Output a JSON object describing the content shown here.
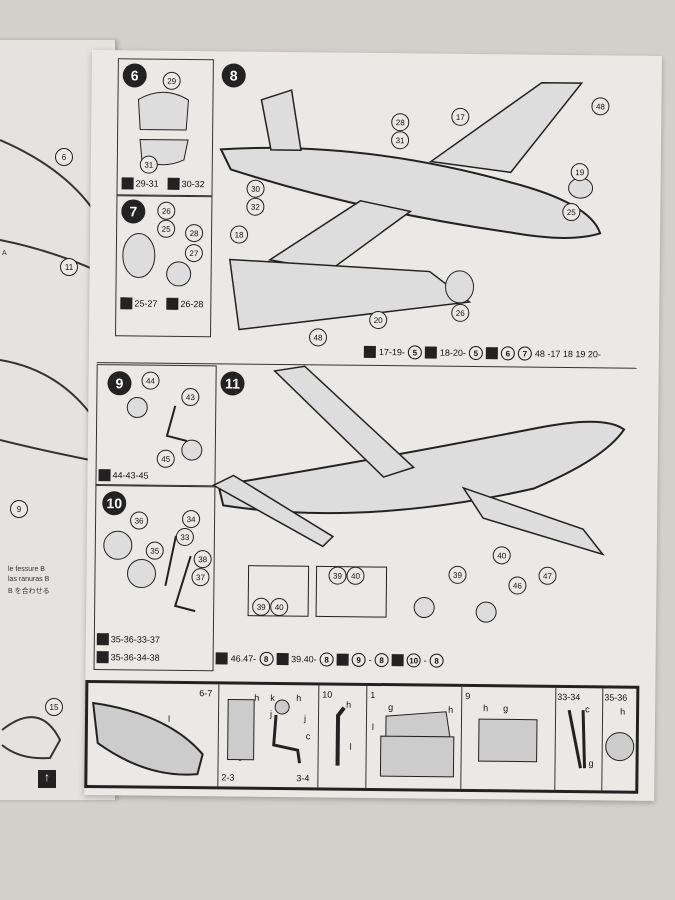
{
  "left_page": {
    "text_lines": [
      "le fessure B",
      "las ranuras B",
      "B を合わせる"
    ],
    "parts": [
      "6",
      "11",
      "9",
      "15"
    ],
    "letter": "A"
  },
  "steps": {
    "step6": {
      "number": "6",
      "parts": [
        "29",
        "31"
      ],
      "assemblies": [
        "29-31",
        "30-32"
      ]
    },
    "step7": {
      "number": "7",
      "parts": [
        "26",
        "25",
        "28",
        "27"
      ],
      "assemblies": [
        "25-27",
        "26-28"
      ]
    },
    "step8": {
      "number": "8",
      "parts": [
        "17",
        "48",
        "28",
        "31",
        "19",
        "25",
        "30",
        "32",
        "18",
        "26",
        "20",
        "48"
      ],
      "footer": {
        "a": "17-19-",
        "a_ref": "5",
        "b": "18-20-",
        "b_ref": "5",
        "c_ref1": "6",
        "c_ref2": "7",
        "c_tail": "48 -17 18 19 20-"
      }
    },
    "step9": {
      "number": "9",
      "parts": [
        "44",
        "43",
        "45"
      ],
      "assemblies": [
        "44-43-45"
      ]
    },
    "step10": {
      "number": "10",
      "parts": [
        "36",
        "34",
        "33",
        "35",
        "38",
        "37"
      ],
      "assemblies": [
        "35-36-33-37",
        "35-36-34-38"
      ]
    },
    "step11": {
      "number": "11",
      "parts": [
        "39",
        "40",
        "46",
        "47",
        "39",
        "40",
        "39",
        "40"
      ],
      "footer": {
        "a": "46.47-",
        "a_ref": "8",
        "b": "39.40-",
        "b_ref": "8",
        "c_ref1": "9",
        "c_sep": "-",
        "c_ref2": "8",
        "d_ref1": "10",
        "d_sep": "-",
        "d_ref2": "8"
      }
    }
  },
  "painting": [
    {
      "label": "6-7",
      "letters": [
        "l"
      ]
    },
    {
      "label": "2-3",
      "label2": "3-4",
      "letters": [
        "h",
        "k",
        "h",
        "j",
        "j",
        "c",
        "c"
      ]
    },
    {
      "label": "10",
      "letters": [
        "h",
        "l"
      ]
    },
    {
      "label": "1",
      "letters": [
        "g",
        "h",
        "l"
      ]
    },
    {
      "label": "9",
      "letters": [
        "h",
        "g"
      ]
    },
    {
      "label": "33-34",
      "letters": [
        "c",
        "g"
      ]
    },
    {
      "label": "35-36",
      "letters": [
        "h"
      ]
    }
  ]
}
